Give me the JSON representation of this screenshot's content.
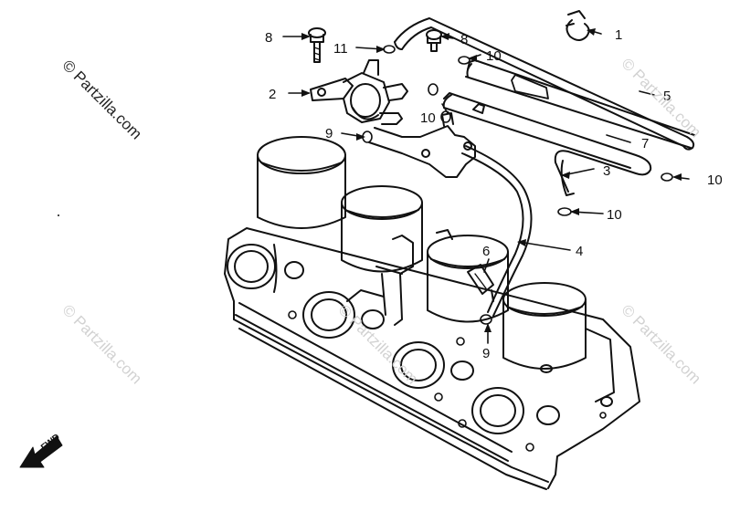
{
  "watermark": {
    "main": "© Partzilla.com",
    "faint": "© Partzilla.com"
  },
  "fwd_label": "FWD",
  "callouts": [
    {
      "id": "c1",
      "text": "1"
    },
    {
      "id": "c2",
      "text": "2"
    },
    {
      "id": "c3",
      "text": "3"
    },
    {
      "id": "c4",
      "text": "4"
    },
    {
      "id": "c5",
      "text": "5"
    },
    {
      "id": "c6",
      "text": "6"
    },
    {
      "id": "c7",
      "text": "7"
    },
    {
      "id": "c8a",
      "text": "8"
    },
    {
      "id": "c8b",
      "text": "8"
    },
    {
      "id": "c9a",
      "text": "9"
    },
    {
      "id": "c9b",
      "text": "9"
    },
    {
      "id": "c10a",
      "text": "10"
    },
    {
      "id": "c10b",
      "text": "10"
    },
    {
      "id": "c10c",
      "text": "10"
    },
    {
      "id": "c10d",
      "text": "10"
    },
    {
      "id": "c11",
      "text": "11"
    }
  ],
  "colors": {
    "line": "#111111",
    "background": "#ffffff",
    "watermark_faint": "#d2d2d2"
  }
}
